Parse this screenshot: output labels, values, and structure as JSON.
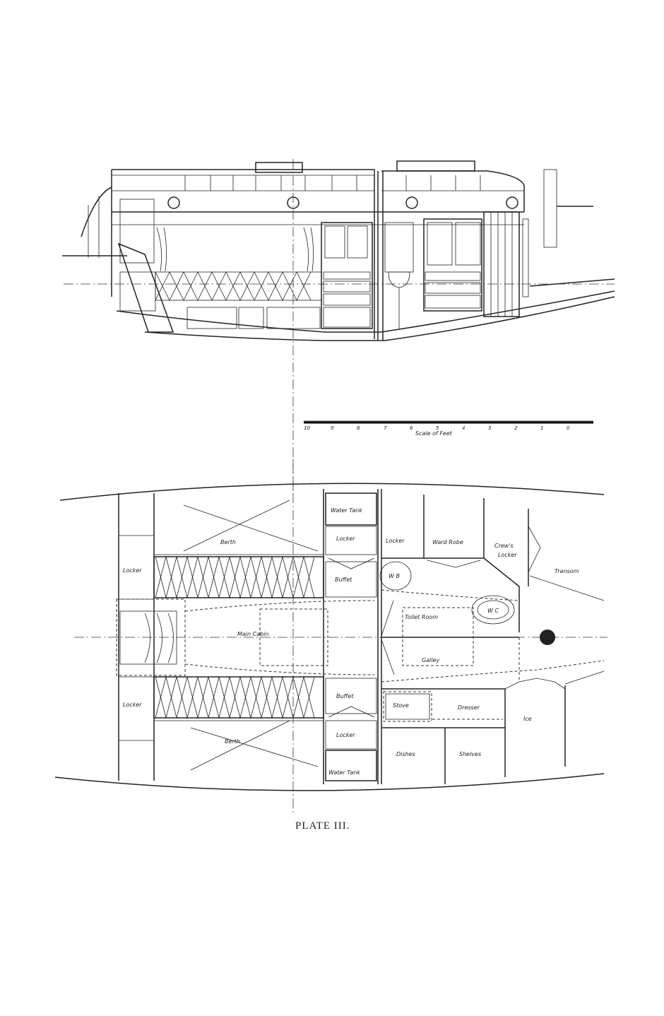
{
  "caption": "PLATE III.",
  "scale": {
    "title": "Scale of Feet",
    "ticks": [
      "10",
      "9",
      "8",
      "7",
      "6",
      "5",
      "4",
      "3",
      "2",
      "1",
      "0"
    ]
  },
  "plan_labels": {
    "water_tank_top": "Water Tank",
    "locker_top_mid": "Locker",
    "buffet_top": "Buffet",
    "berth_top": "Berth",
    "locker_left_top": "Locker",
    "main_cabin": "Main Cabin",
    "locker_left_bottom": "Locker",
    "berth_bottom": "Berth",
    "buffet_bottom": "Buffet",
    "locker_bottom_mid": "Locker",
    "water_tank_bottom": "Water Tank",
    "locker_fwd": "Locker",
    "ward_robe": "Ward Robe",
    "crews_locker_1": "Crew's",
    "crews_locker_2": "Locker",
    "transom": "Transom",
    "wb": "W B",
    "wc": "W C",
    "toilet_room": "Toilet Room",
    "galley": "Galley",
    "stove": "Stove",
    "dresser": "Dresser",
    "ice": "Ice",
    "dishes": "Dishes",
    "shelves": "Shelves"
  }
}
